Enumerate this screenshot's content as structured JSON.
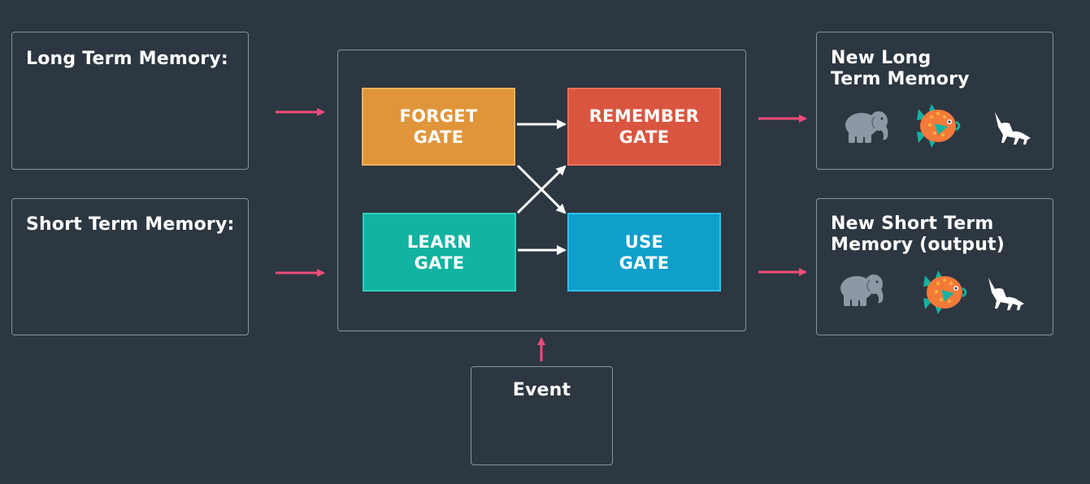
{
  "inputs": {
    "long_term_memory": "Long Term Memory:",
    "short_term_memory": "Short Term Memory:",
    "event": "Event"
  },
  "gates": {
    "forget": {
      "line1": "FORGET",
      "line2": "GATE"
    },
    "remember": {
      "line1": "REMEMBER",
      "line2": "GATE"
    },
    "learn": {
      "line1": "LEARN",
      "line2": "GATE"
    },
    "use": {
      "line1": "USE",
      "line2": "GATE"
    }
  },
  "outputs": {
    "new_long_term_line1": "New Long",
    "new_long_term_line2": "Term Memory",
    "new_short_term_line1": "New Short Term",
    "new_short_term_line2": "Memory (output)"
  },
  "icons": [
    "elephant-icon",
    "fish-icon",
    "wolf-icon"
  ],
  "colors": {
    "background": "#2d3741",
    "arrow_pink": "#ee4c7c",
    "forget": "#e0953a",
    "remember": "#d9553f",
    "learn": "#12b3a2",
    "use": "#0f9fcb"
  }
}
